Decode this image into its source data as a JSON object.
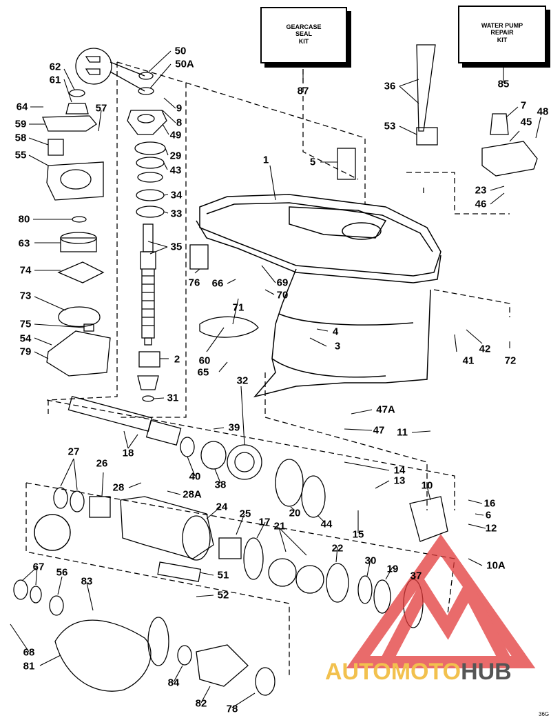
{
  "kits": {
    "gearcase": {
      "text": "GEARCASE\nSEAL\nKIT",
      "number": "87"
    },
    "waterpump": {
      "text": "WATER PUMP\nREPAIR\nKIT",
      "number": "85"
    }
  },
  "callouts": [
    {
      "id": "50",
      "text": "50"
    },
    {
      "id": "50A",
      "text": "50A"
    },
    {
      "id": "62",
      "text": "62"
    },
    {
      "id": "61",
      "text": "61"
    },
    {
      "id": "64",
      "text": "64"
    },
    {
      "id": "57",
      "text": "57"
    },
    {
      "id": "59",
      "text": "59"
    },
    {
      "id": "9",
      "text": "9"
    },
    {
      "id": "8",
      "text": "8"
    },
    {
      "id": "49",
      "text": "49"
    },
    {
      "id": "58",
      "text": "58"
    },
    {
      "id": "29",
      "text": "29"
    },
    {
      "id": "55",
      "text": "55"
    },
    {
      "id": "43",
      "text": "43"
    },
    {
      "id": "34",
      "text": "34"
    },
    {
      "id": "33",
      "text": "33"
    },
    {
      "id": "80",
      "text": "80"
    },
    {
      "id": "63",
      "text": "63"
    },
    {
      "id": "35",
      "text": "35"
    },
    {
      "id": "74",
      "text": "74"
    },
    {
      "id": "73",
      "text": "73"
    },
    {
      "id": "75",
      "text": "75"
    },
    {
      "id": "54",
      "text": "54"
    },
    {
      "id": "79",
      "text": "79"
    },
    {
      "id": "2",
      "text": "2"
    },
    {
      "id": "31",
      "text": "31"
    },
    {
      "id": "36",
      "text": "36"
    },
    {
      "id": "53",
      "text": "53"
    },
    {
      "id": "7",
      "text": "7"
    },
    {
      "id": "48",
      "text": "48"
    },
    {
      "id": "45",
      "text": "45"
    },
    {
      "id": "5",
      "text": "5"
    },
    {
      "id": "1",
      "text": "1"
    },
    {
      "id": "23",
      "text": "23"
    },
    {
      "id": "46",
      "text": "46"
    },
    {
      "id": "76",
      "text": "76"
    },
    {
      "id": "66",
      "text": "66"
    },
    {
      "id": "69",
      "text": "69"
    },
    {
      "id": "70",
      "text": "70"
    },
    {
      "id": "71",
      "text": "71"
    },
    {
      "id": "4",
      "text": "4"
    },
    {
      "id": "3",
      "text": "3"
    },
    {
      "id": "60",
      "text": "60"
    },
    {
      "id": "65",
      "text": "65"
    },
    {
      "id": "32",
      "text": "32"
    },
    {
      "id": "41",
      "text": "41"
    },
    {
      "id": "42",
      "text": "42"
    },
    {
      "id": "72",
      "text": "72"
    },
    {
      "id": "47A",
      "text": "47A"
    },
    {
      "id": "47",
      "text": "47"
    },
    {
      "id": "11",
      "text": "11"
    },
    {
      "id": "39",
      "text": "39"
    },
    {
      "id": "18",
      "text": "18"
    },
    {
      "id": "27",
      "text": "27"
    },
    {
      "id": "26",
      "text": "26"
    },
    {
      "id": "40",
      "text": "40"
    },
    {
      "id": "38",
      "text": "38"
    },
    {
      "id": "14",
      "text": "14"
    },
    {
      "id": "13",
      "text": "13"
    },
    {
      "id": "28",
      "text": "28"
    },
    {
      "id": "28A",
      "text": "28A"
    },
    {
      "id": "24",
      "text": "24"
    },
    {
      "id": "25",
      "text": "25"
    },
    {
      "id": "17",
      "text": "17"
    },
    {
      "id": "20",
      "text": "20"
    },
    {
      "id": "44",
      "text": "44"
    },
    {
      "id": "10",
      "text": "10"
    },
    {
      "id": "16",
      "text": "16"
    },
    {
      "id": "6",
      "text": "6"
    },
    {
      "id": "12",
      "text": "12"
    },
    {
      "id": "15",
      "text": "15"
    },
    {
      "id": "21",
      "text": "21"
    },
    {
      "id": "22",
      "text": "22"
    },
    {
      "id": "30",
      "text": "30"
    },
    {
      "id": "19",
      "text": "19"
    },
    {
      "id": "37",
      "text": "37"
    },
    {
      "id": "10A",
      "text": "10A"
    },
    {
      "id": "51",
      "text": "51"
    },
    {
      "id": "67",
      "text": "67"
    },
    {
      "id": "56",
      "text": "56"
    },
    {
      "id": "83",
      "text": "83"
    },
    {
      "id": "52",
      "text": "52"
    },
    {
      "id": "68",
      "text": "68"
    },
    {
      "id": "81",
      "text": "81"
    },
    {
      "id": "84",
      "text": "84"
    },
    {
      "id": "82",
      "text": "82"
    },
    {
      "id": "78",
      "text": "78"
    }
  ],
  "watermark": {
    "part1": "AUTOMOTO",
    "part2": "HUB",
    "color1": "#f2c14e",
    "color2": "#555555",
    "logo_color": "#e23a3a"
  },
  "corner_code": "36G"
}
